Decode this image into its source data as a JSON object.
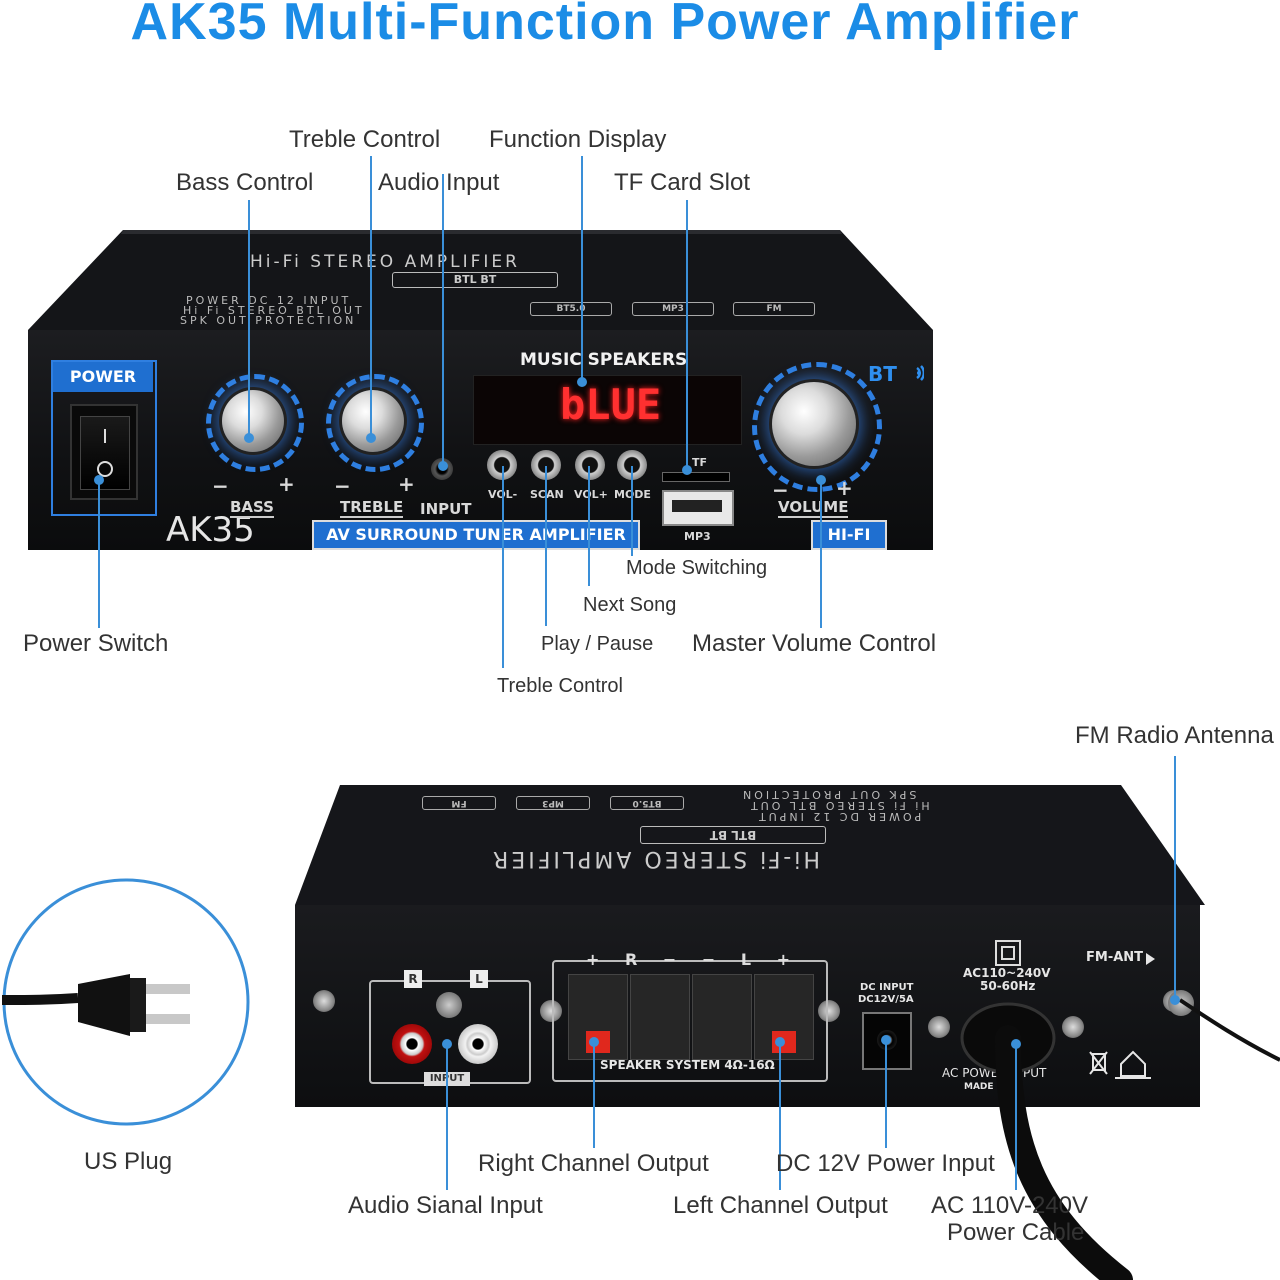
{
  "title": "AK35 Multi-Function Power Amplifier",
  "colors": {
    "title": "#1b8ce6",
    "leader": "#3a8fd8",
    "panel": "#121315",
    "accent_blue": "#2f7fe0",
    "display_red": "#ff3030"
  },
  "front_labels": {
    "treble_control": "Treble Control",
    "function_display": "Function Display",
    "bass_control": "Bass Control",
    "audio_input": "Audio Input",
    "tf_card_slot": "TF Card Slot",
    "power_switch": "Power Switch",
    "mode_switching": "Mode Switching",
    "next_song": "Next Song",
    "play_pause": "Play / Pause",
    "master_volume_control": "Master Volume Control",
    "treble_control_bottom": "Treble Control"
  },
  "rear_labels": {
    "fm_radio_antenna": "FM Radio Antenna",
    "us_plug": "US Plug",
    "right_channel_output": "Right Channel Output",
    "dc_power_input": "DC 12V Power Input",
    "audio_signal_input": "Audio Sianal Input",
    "left_channel_output": "Left Channel Output",
    "ac_cable_line1": "AC 110V-240V",
    "ac_cable_line2": "Power Cable"
  },
  "front_panel": {
    "top_heading": "Hi-Fi STEREO AMPLIFIER",
    "top_badge": "BTL BT",
    "top_line1": "POWER DC 12 INPUT",
    "top_line2": "Hi Fi STEREO BTL OUT",
    "top_line3": "SPK OUT PROTECTION",
    "badge_bt": "BT5.0",
    "badge_mp3": "MP3",
    "badge_fm": "FM",
    "power": "POWER",
    "model": "AK35",
    "bass": "BASS",
    "treble": "TREBLE",
    "input": "INPUT",
    "music_speakers": "MUSIC SPEAKERS",
    "display_text": "bLUE",
    "vol_minus": "VOL-",
    "scan": "SCAN",
    "vol_plus": "VOL+",
    "mode": "MODE",
    "tf": "TF",
    "mp3": "MP3",
    "volume": "VOLUME",
    "bt": "BT",
    "hifi": "HI-FI",
    "av_banner": "AV SURROUND TUNER AMPLIFIER",
    "minus": "−",
    "plus": "+"
  },
  "rear_panel": {
    "speaker_header": "+ R − − L +",
    "speaker_system": "SPEAKER SYSTEM 4Ω-16Ω",
    "input": "INPUT",
    "r": "R",
    "l": "L",
    "dc_input_line1": "DC INPUT",
    "dc_input_line2": "DC12V/5A",
    "ac_line1": "AC110~240V",
    "ac_line2": "50-60Hz",
    "fm_ant": "FM-ANT",
    "ac_power_input": "AC POWER INPUT",
    "made": "MADE"
  }
}
